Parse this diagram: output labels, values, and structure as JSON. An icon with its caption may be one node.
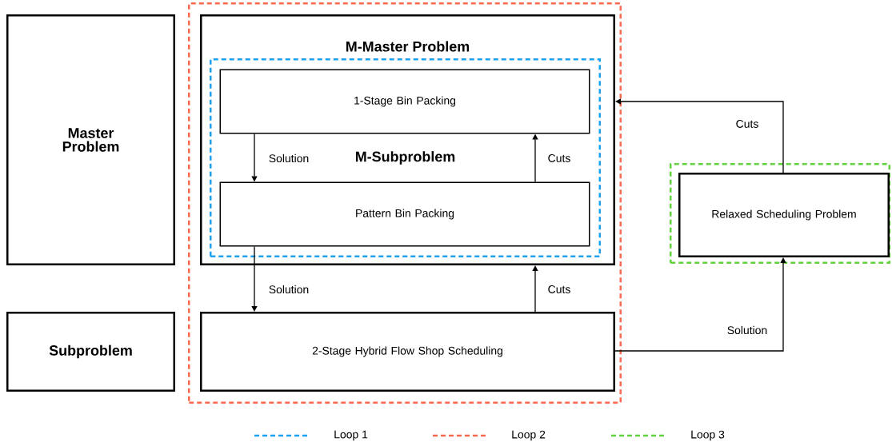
{
  "diagram": {
    "nodes": [
      {
        "text": [
          "Master Problem"
        ]
      },
      {
        "text": [
          "Subproblem"
        ]
      },
      {
        "text": [],
        "shape": "box"
      },
      {
        "text": [
          "M-Master Problem"
        ],
        "in": 2
      },
      {
        "text": [
          "M-Subproblem"
        ],
        "in": 3
      },
      {
        "text": [
          "1-Stage Bin Packing"
        ],
        "in": 4
      },
      {
        "text": [
          "Pattern Bin Packing"
        ],
        "in": 4
      },
      {
        "text": [
          "2-Stage Hybrid Flow Shop Scheduling"
        ],
        "in": 2
      },
      {
        "text": [],
        "shape": "box"
      },
      {
        "text": [
          "Relaxed Scheduling Problem"
        ],
        "in": 8
      }
    ],
    "edges": [
      {
        "from": 5,
        "to": 6,
        "arrow": "to",
        "label": "Solution"
      },
      {
        "from": 6,
        "to": 5,
        "arrow": "to",
        "label": "Cuts"
      },
      {
        "from": 6,
        "to": 7,
        "arrow": "to",
        "label": "Solution"
      },
      {
        "from": 7,
        "to": 3,
        "arrow": "to",
        "label": "Cuts"
      },
      {
        "from": 7,
        "to": 9,
        "arrow": "to",
        "label": "Solution"
      },
      {
        "from": 9,
        "to": 3,
        "arrow": "to",
        "label": "Cuts"
      }
    ],
    "legend": [
      {
        "text": "Loop 1"
      },
      {
        "text": "Loop 2"
      },
      {
        "text": "Loop 3"
      }
    ]
  }
}
